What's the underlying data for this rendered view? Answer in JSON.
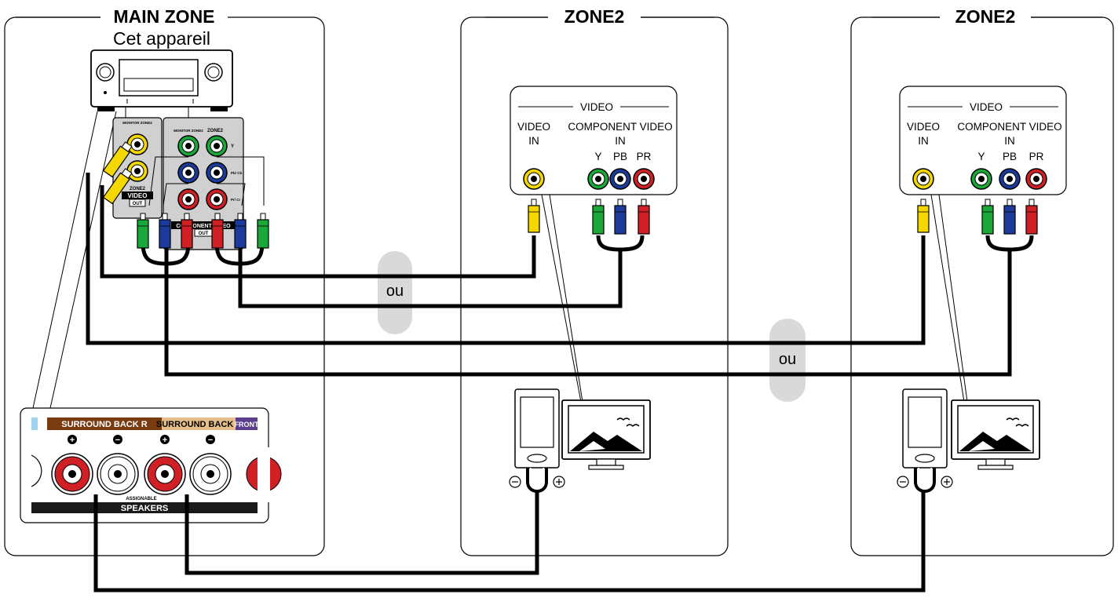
{
  "zones": {
    "main": {
      "title": "MAIN ZONE",
      "device_label": "Cet appareil"
    },
    "zone2_a": {
      "title": "ZONE2"
    },
    "zone2_b": {
      "title": "ZONE2"
    }
  },
  "receiver_panel": {
    "monitor_zone2_left": "MONITOR ZONE2",
    "monitor_zone2_right": "MONITOR ZONE2",
    "zone2_right": "ZONE2",
    "zone2_video": "ZONE2",
    "video": "VIDEO",
    "out": "OUT",
    "component_video": "COMPONENT VIDEO",
    "component_out": "OUT",
    "y": "Y",
    "pb": "Pb/ Cb",
    "pr": "Pr/ Cr"
  },
  "tv_input_panel": {
    "video_header": "VIDEO",
    "video_in": "VIDEO",
    "video_in_2": "IN",
    "component_video": "COMPONENT VIDEO",
    "component_in": "IN",
    "y": "Y",
    "pb": "PB",
    "pr": "PR"
  },
  "speaker_panel": {
    "surround_back_r": "SURROUND BACK R",
    "surround_back_l": "SURROUND BACK L",
    "front": "FRONT",
    "assignable": "ASSIGNABLE",
    "speakers": "SPEAKERS",
    "plus": "+",
    "minus": "−"
  },
  "or_labels": {
    "first": "ou",
    "second": "ou"
  },
  "colors": {
    "video_yellow": "#f5d800",
    "component_y_green": "#1aa83a",
    "component_pb_blue": "#1b3a9a",
    "component_pr_red": "#d11f26",
    "speaker_plus_red": "#d11f26",
    "surround_back_r_bg": "#7a3b10",
    "surround_back_l_bg": "#e6c08a",
    "front_bg": "#5a3c8c",
    "speakers_bar": "#1a1a1a",
    "ou_bubble": "#d9d9d9"
  }
}
